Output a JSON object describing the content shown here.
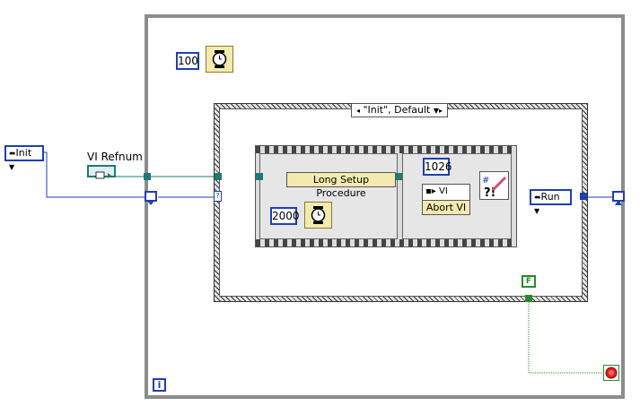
{
  "while_loop": {
    "wait_ms": "100",
    "iteration_terminal": "i",
    "stop_condition": "F"
  },
  "inputs": {
    "state_enum": {
      "value": "Init",
      "arrows": "⬌"
    },
    "vi_refnum_label": "VI Refnum"
  },
  "case_structure": {
    "selector": "\"Init\", Default"
  },
  "sequence": {
    "frame1": {
      "subvi_label": "Long Setup Procedure",
      "wait_ms": "2000"
    },
    "frame2": {
      "constant": "1026",
      "invoke_label": "Abort VI",
      "invoke_method": "VI"
    }
  },
  "outputs": {
    "next_state_enum": {
      "value": "Run"
    }
  },
  "colors": {
    "enum_blue": "#1f3fb0",
    "refnum_wire": "#1e7a74",
    "bool_green": "#2b8a2b",
    "stop_red": "#e02020",
    "timer_yellow": "#f3eab0"
  }
}
